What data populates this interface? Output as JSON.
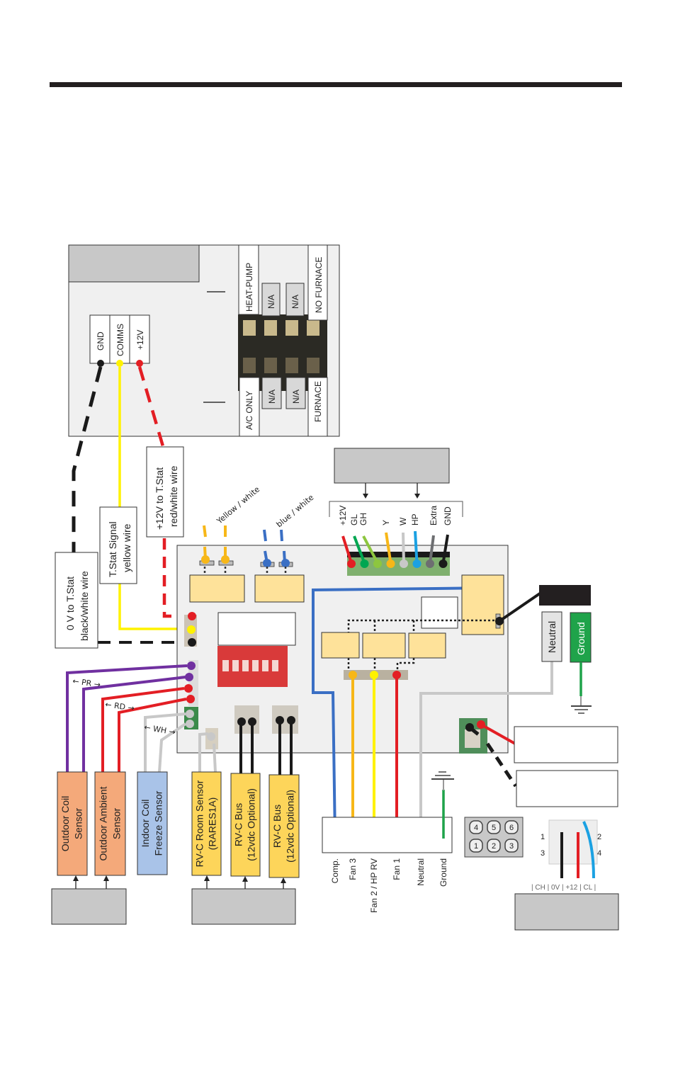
{
  "header": {
    "rule": "top-divider"
  },
  "thermostat_panel": {
    "terminals": [
      "GND",
      "COMMS",
      "+12V"
    ],
    "switch_top_labels": [
      "HEAT-PUMP",
      "N/A",
      "N/A",
      "NO  FURNACE"
    ],
    "switch_bottom_labels": [
      "A/C  ONLY",
      "N/A",
      "N/A",
      "FURNACE"
    ]
  },
  "wire_labels": {
    "gnd": [
      "0 V to T.Stat",
      "black/white wire"
    ],
    "signal": [
      "T.Stat  Signal",
      "yellow wire"
    ],
    "power": [
      "+12V to T.Stat",
      "red/white wire"
    ],
    "yellow_white": "Yellow / white",
    "blue_white": "blue / white",
    "pr": "PR",
    "rd": "RD",
    "wh": "WH"
  },
  "terminal_strip": {
    "labels": [
      "+12V",
      "GL",
      "GH",
      "Y",
      "W",
      "HP",
      "Extra",
      "GND"
    ],
    "colors": [
      "#e31e24",
      "#00a651",
      "#8dc63f",
      "#f7b718",
      "#c8c8c8",
      "#1ba1e2",
      "#6d6e71",
      "#1a1a1a"
    ]
  },
  "power_labels": {
    "neutral": "Neutral",
    "ground": "Ground"
  },
  "sensors": [
    {
      "lines": [
        "Outdoor Coil",
        "Sensor"
      ],
      "color": "#f4a97a"
    },
    {
      "lines": [
        "Outdoor Ambient",
        "Sensor"
      ],
      "color": "#f4a97a"
    },
    {
      "lines": [
        "Indoor Coil",
        "Freeze Sensor"
      ],
      "color": "#a9c3e8"
    },
    {
      "lines": [
        "RV-C Room Sensor",
        "(RARES1A)"
      ],
      "color": "#fdd55a"
    },
    {
      "lines": [
        "RV-C Bus",
        "(12vdc Optional)"
      ],
      "color": "#fdd55a"
    },
    {
      "lines": [
        "RV-C Bus",
        "(12vdc Optional)"
      ],
      "color": "#fdd55a"
    }
  ],
  "outputs": {
    "labels": [
      "Comp.",
      "Fan 3",
      "Fan 2 / HP RV",
      "Fan 1",
      "Neutral",
      "Ground"
    ],
    "colors": [
      "#3a6fc4",
      "#f7b718",
      "#fff200",
      "#e31e24",
      "#c8c8c8",
      "#1fa34a"
    ]
  },
  "connector": {
    "pins_top": [
      "4",
      "5",
      "6"
    ],
    "pins_bottom": [
      "1",
      "2",
      "3"
    ],
    "pin_side_labels": [
      "1",
      "2",
      "3",
      "4"
    ],
    "bottom_caption": "| CH | 0V | +12 | CL |"
  }
}
